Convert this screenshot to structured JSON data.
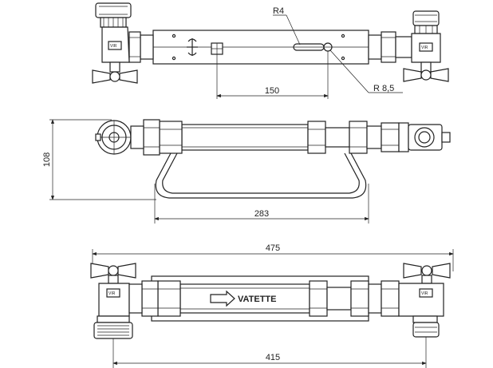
{
  "dimensions": {
    "d150": "150",
    "d108": "108",
    "d283": "283",
    "d475": "475",
    "d415": "415",
    "r4": "R4",
    "r85": "R 8,5"
  },
  "labels": {
    "flow_label": "VATETTE",
    "valve_mark": "VIR"
  }
}
